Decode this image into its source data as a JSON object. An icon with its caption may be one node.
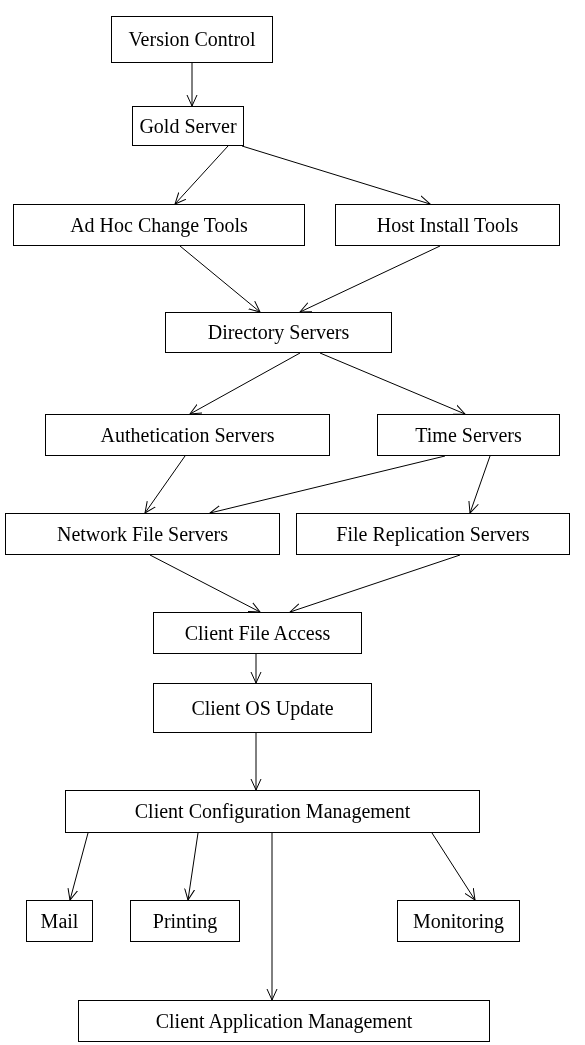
{
  "diagram": {
    "nodes": [
      {
        "text": [
          "Version Control"
        ]
      },
      {
        "text": [
          "Gold Server"
        ]
      },
      {
        "text": [
          "Ad Hoc Change Tools"
        ]
      },
      {
        "text": [
          "Host Install Tools"
        ]
      },
      {
        "text": [
          "Directory Servers"
        ]
      },
      {
        "text": [
          "Authetication Servers"
        ]
      },
      {
        "text": [
          "Time Servers"
        ]
      },
      {
        "text": [
          "Network File Servers"
        ]
      },
      {
        "text": [
          "File Replication Servers"
        ]
      },
      {
        "text": [
          "Client File Access"
        ]
      },
      {
        "text": [
          "Client OS Update"
        ]
      },
      {
        "text": [
          "Client Configuration Management"
        ]
      },
      {
        "text": [
          "Mail"
        ]
      },
      {
        "text": [
          "Printing"
        ]
      },
      {
        "text": [
          "Monitoring"
        ]
      },
      {
        "text": [
          "Client Application Management"
        ]
      }
    ],
    "edges": [
      {
        "from": 0,
        "to": 1,
        "arrow": "to"
      },
      {
        "from": 1,
        "to": 2,
        "arrow": "to"
      },
      {
        "from": 1,
        "to": 3,
        "arrow": "to"
      },
      {
        "from": 2,
        "to": 4,
        "arrow": "to"
      },
      {
        "from": 3,
        "to": 4,
        "arrow": "to"
      },
      {
        "from": 4,
        "to": 5,
        "arrow": "to"
      },
      {
        "from": 4,
        "to": 6,
        "arrow": "to"
      },
      {
        "from": 5,
        "to": 7,
        "arrow": "to"
      },
      {
        "from": 6,
        "to": 7,
        "arrow": "to"
      },
      {
        "from": 6,
        "to": 8,
        "arrow": "to"
      },
      {
        "from": 7,
        "to": 9,
        "arrow": "to"
      },
      {
        "from": 8,
        "to": 9,
        "arrow": "to"
      },
      {
        "from": 9,
        "to": 10,
        "arrow": "to"
      },
      {
        "from": 10,
        "to": 11,
        "arrow": "to"
      },
      {
        "from": 11,
        "to": 12,
        "arrow": "to"
      },
      {
        "from": 11,
        "to": 13,
        "arrow": "to"
      },
      {
        "from": 11,
        "to": 14,
        "arrow": "to"
      },
      {
        "from": 11,
        "to": 15,
        "arrow": "to"
      }
    ]
  }
}
